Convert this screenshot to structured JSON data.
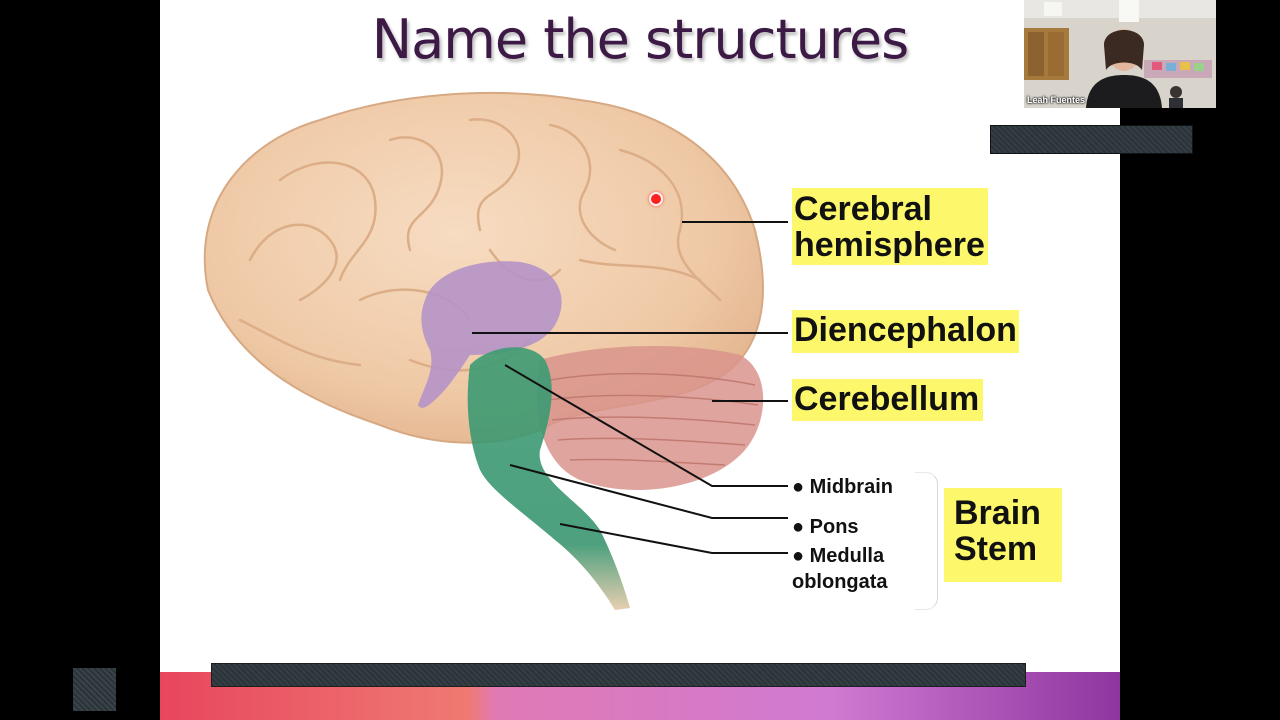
{
  "slide": {
    "title": "Name the structures",
    "labels": {
      "cerebral_hemisphere": [
        "Cerebral",
        "hemisphere"
      ],
      "diencephalon": "Diencephalon",
      "cerebellum": "Cerebellum",
      "brain_stem": [
        "Brain",
        "Stem"
      ]
    },
    "brainstem_parts": {
      "midbrain": "● Midbrain",
      "pons": "● Pons",
      "medulla": [
        "● Medulla",
        "oblongata"
      ]
    },
    "colors": {
      "title": "#3c1a45",
      "label_highlight": "#fdf76b",
      "brain": "#f1cfb0",
      "diencephalon": "#b594c8",
      "brainstem": "#3e9a72",
      "cerebellum": "#d9948c",
      "pointer": "#ff2020"
    }
  },
  "video": {
    "participant_name": "Leah Fuentes"
  }
}
